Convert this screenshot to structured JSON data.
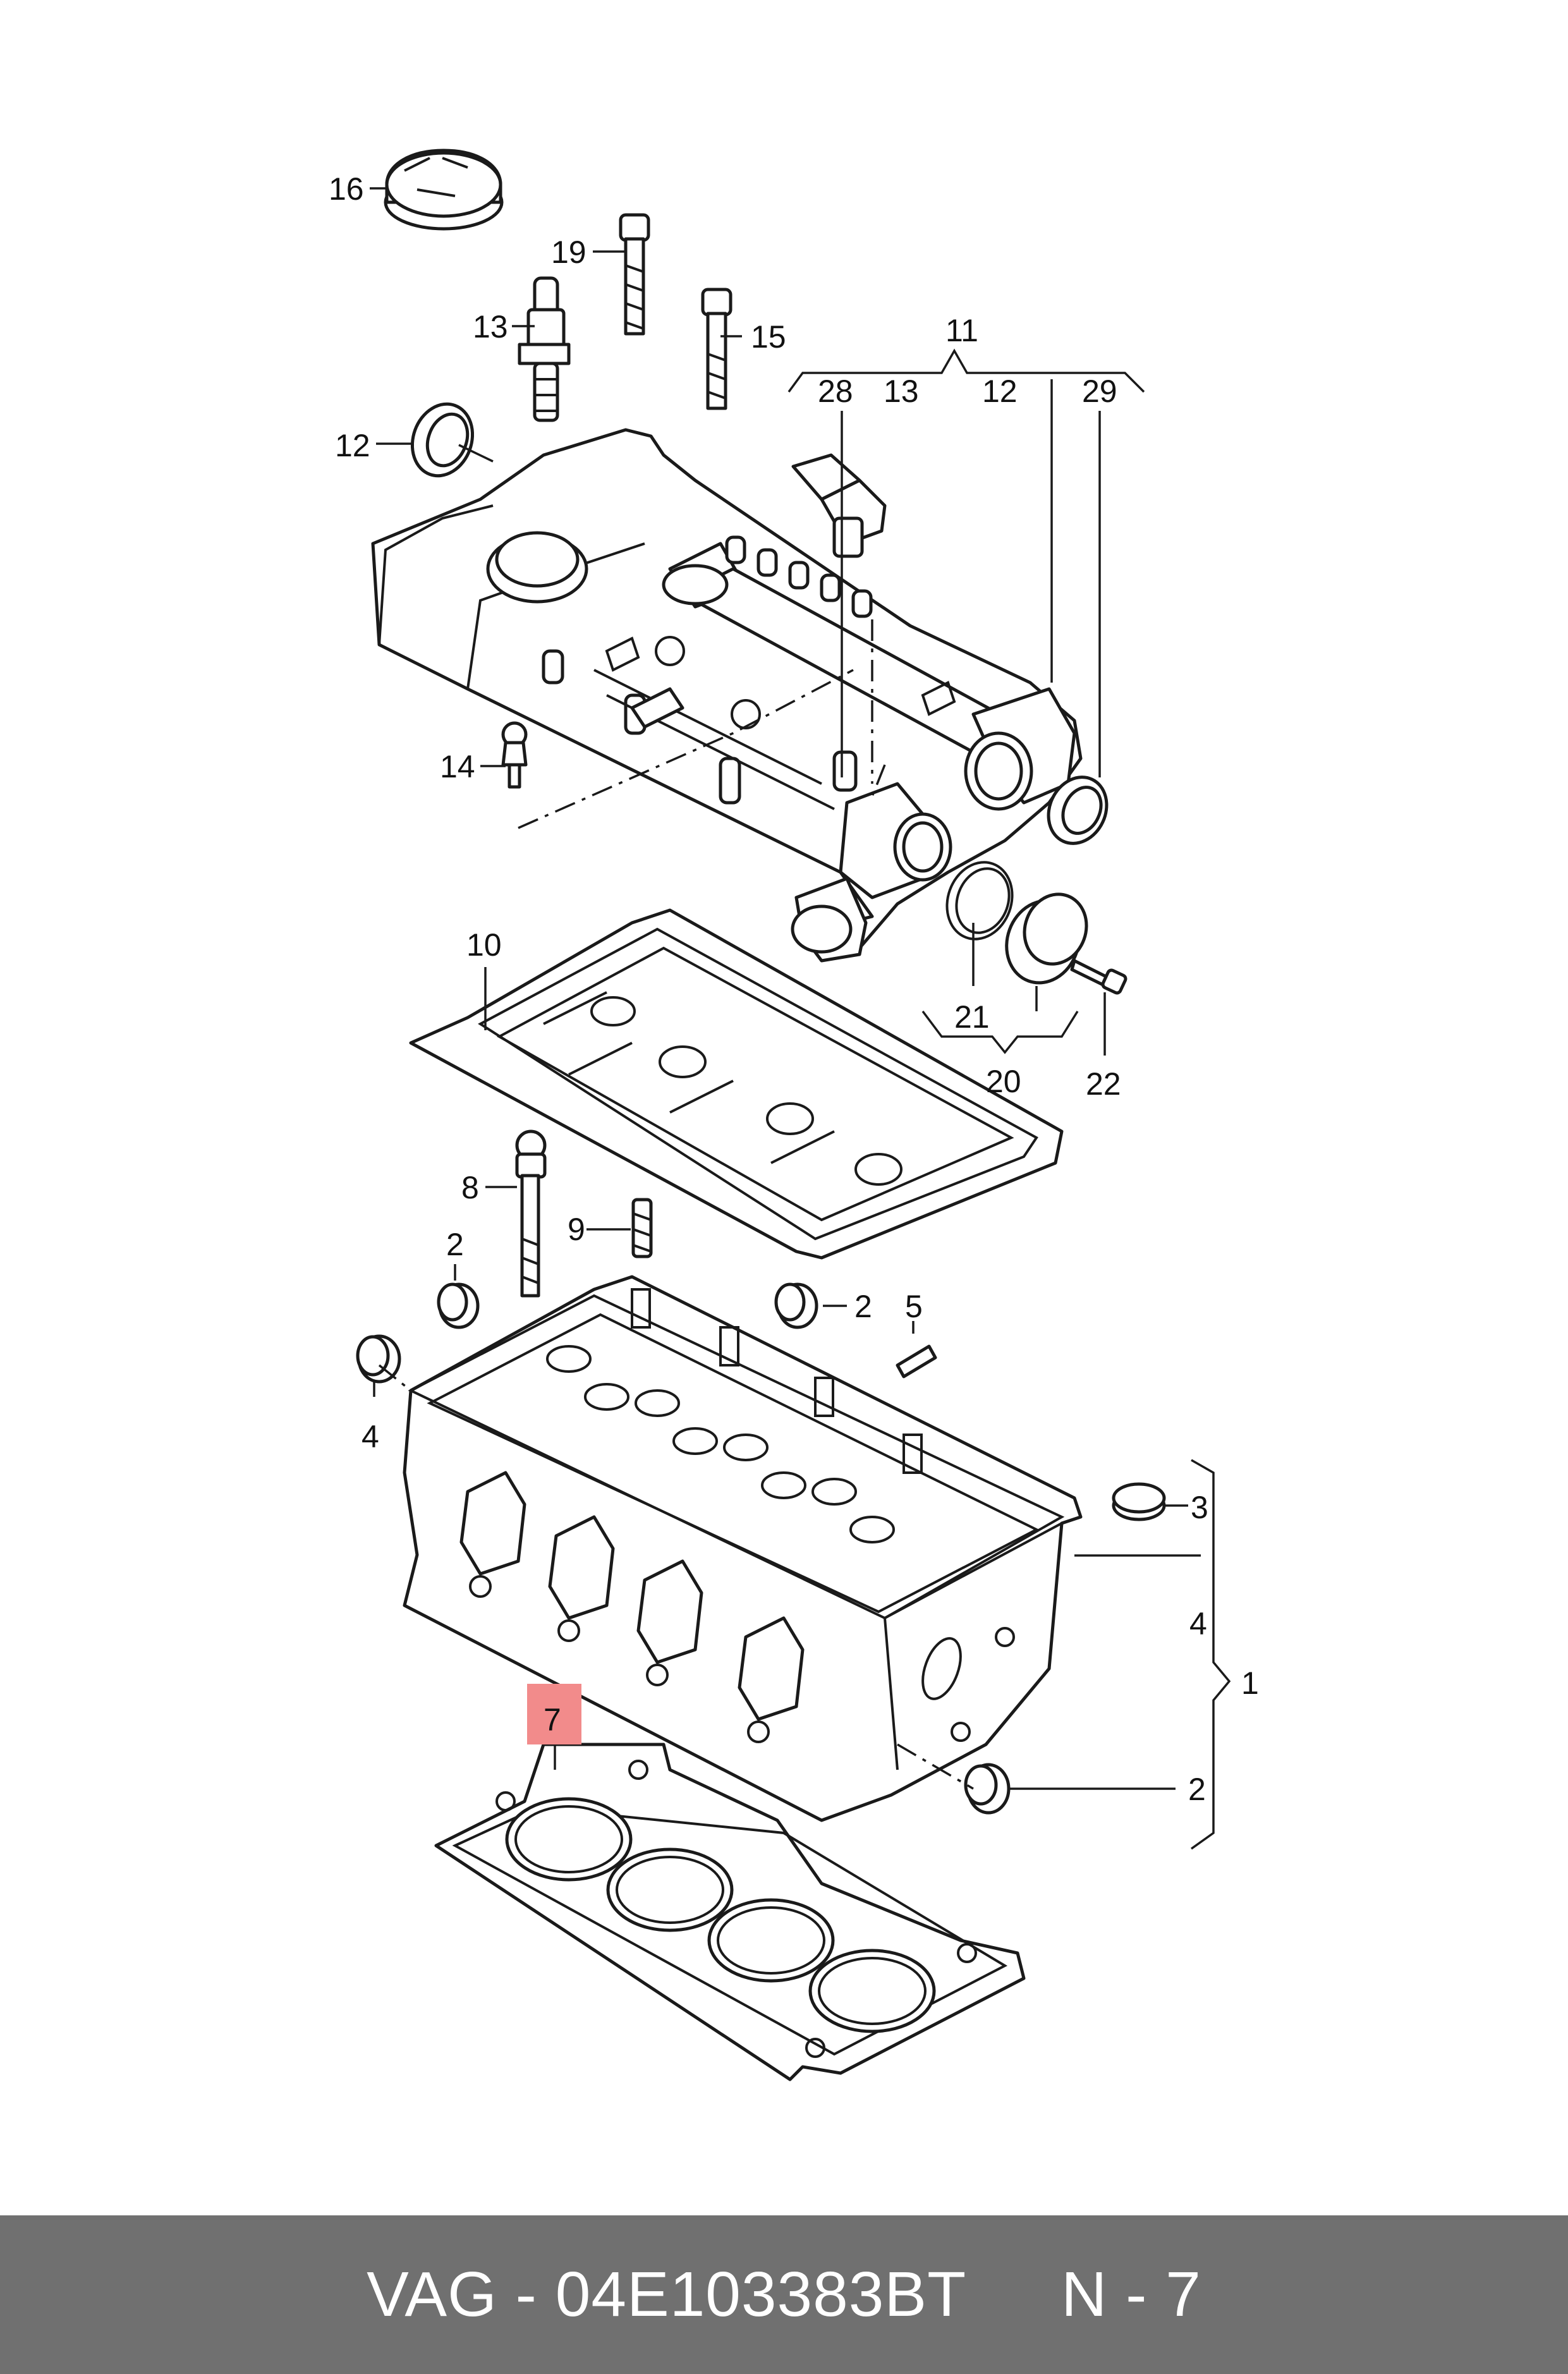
{
  "callouts": {
    "c1": "1",
    "c2a": "2",
    "c2b": "2",
    "c2c": "2",
    "c3": "3",
    "c4a": "4",
    "c4b": "4",
    "c5": "5",
    "c7": "7",
    "c8": "8",
    "c9": "9",
    "c10": "10",
    "c11": "11",
    "c12": "12",
    "c13": "13",
    "c13b": "13",
    "c12b": "12",
    "c14": "14",
    "c15": "15",
    "c16": "16",
    "c19": "19",
    "c20": "20",
    "c21": "21",
    "c22": "22",
    "c28": "28",
    "c29": "29"
  },
  "highlight": {
    "color": "#f28b8b",
    "callout": "7"
  },
  "footer": {
    "brand": "VAG",
    "part_number": "04E103383BT",
    "position": "N - 7",
    "background": "#707070"
  }
}
